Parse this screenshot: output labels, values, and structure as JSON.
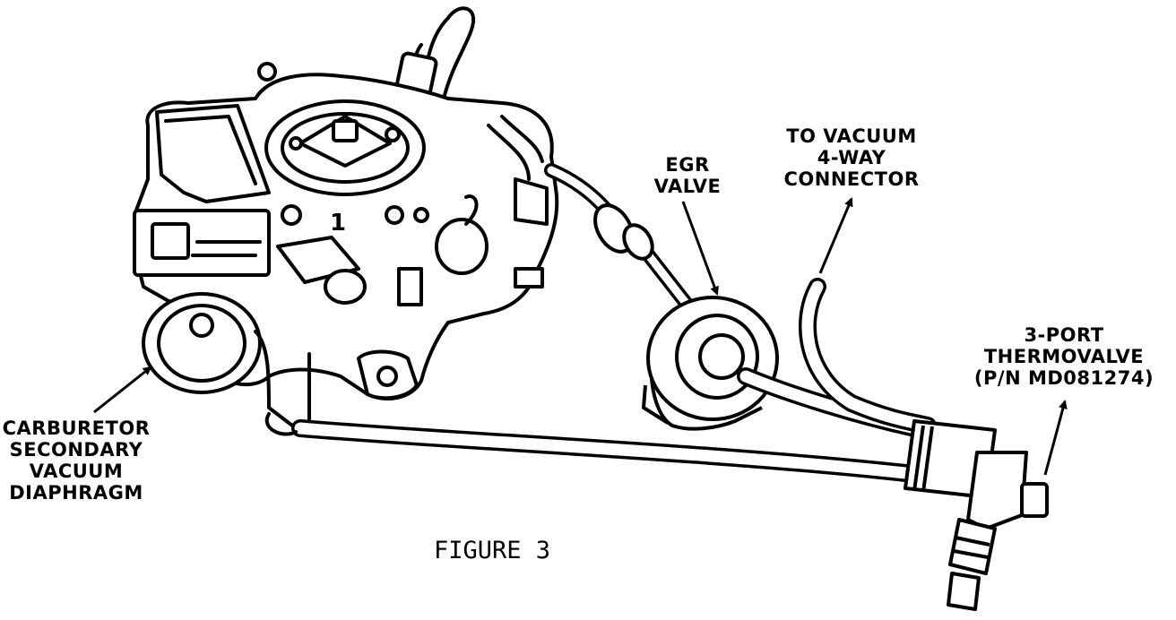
{
  "labels": {
    "carburetor_diaphragm": [
      "CARBURETOR",
      "SECONDARY",
      "VACUUM",
      "DIAPHRAGM"
    ],
    "egr_valve": [
      "EGR",
      "VALVE"
    ],
    "vacuum_connector": [
      "TO VACUUM",
      "4-WAY",
      "CONNECTOR"
    ],
    "thermovalve": [
      "3-PORT",
      "THERMOVALVE",
      "(P/N MD081274)"
    ]
  },
  "figure_caption": "FIGURE 3",
  "carburetor_marking": "1"
}
